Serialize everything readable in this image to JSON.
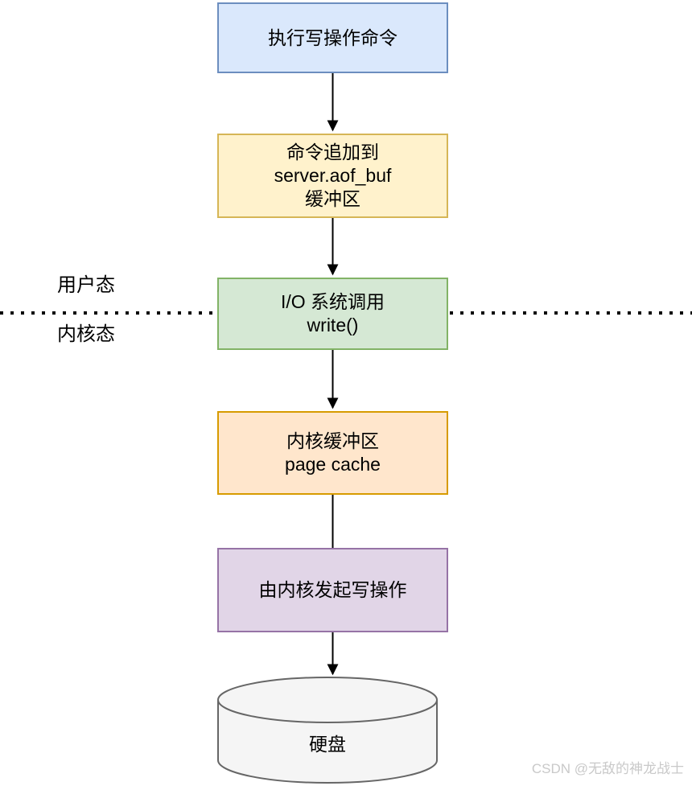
{
  "diagram": {
    "nodes": [
      {
        "name": "execute-write-command",
        "lines": [
          "执行写操作命令"
        ],
        "fill": "#dae8fc",
        "border": "#6c8ebf"
      },
      {
        "name": "aof-buffer",
        "lines": [
          "命令追加到",
          "server.aof_buf",
          "缓冲区"
        ],
        "fill": "#fff2cc",
        "border": "#d6b656"
      },
      {
        "name": "io-system-call",
        "lines": [
          "I/O 系统调用",
          "write()"
        ],
        "fill": "#d5e8d4",
        "border": "#82b366"
      },
      {
        "name": "kernel-page-cache",
        "lines": [
          "内核缓冲区",
          "page cache"
        ],
        "fill": "#ffe6cc",
        "border": "#d79b00"
      },
      {
        "name": "kernel-initiated-write",
        "lines": [
          "由内核发起写操作"
        ],
        "fill": "#e1d5e7",
        "border": "#9673a6"
      },
      {
        "name": "hard-disk",
        "lines": [
          "硬盘"
        ],
        "fill": "#f5f5f5",
        "border": "#666666"
      }
    ],
    "boundary": {
      "above_label": "用户态",
      "below_label": "内核态",
      "line_color": "#000000"
    },
    "arrow_color": "#000000",
    "watermark": "CSDN @无敌的神龙战士"
  }
}
